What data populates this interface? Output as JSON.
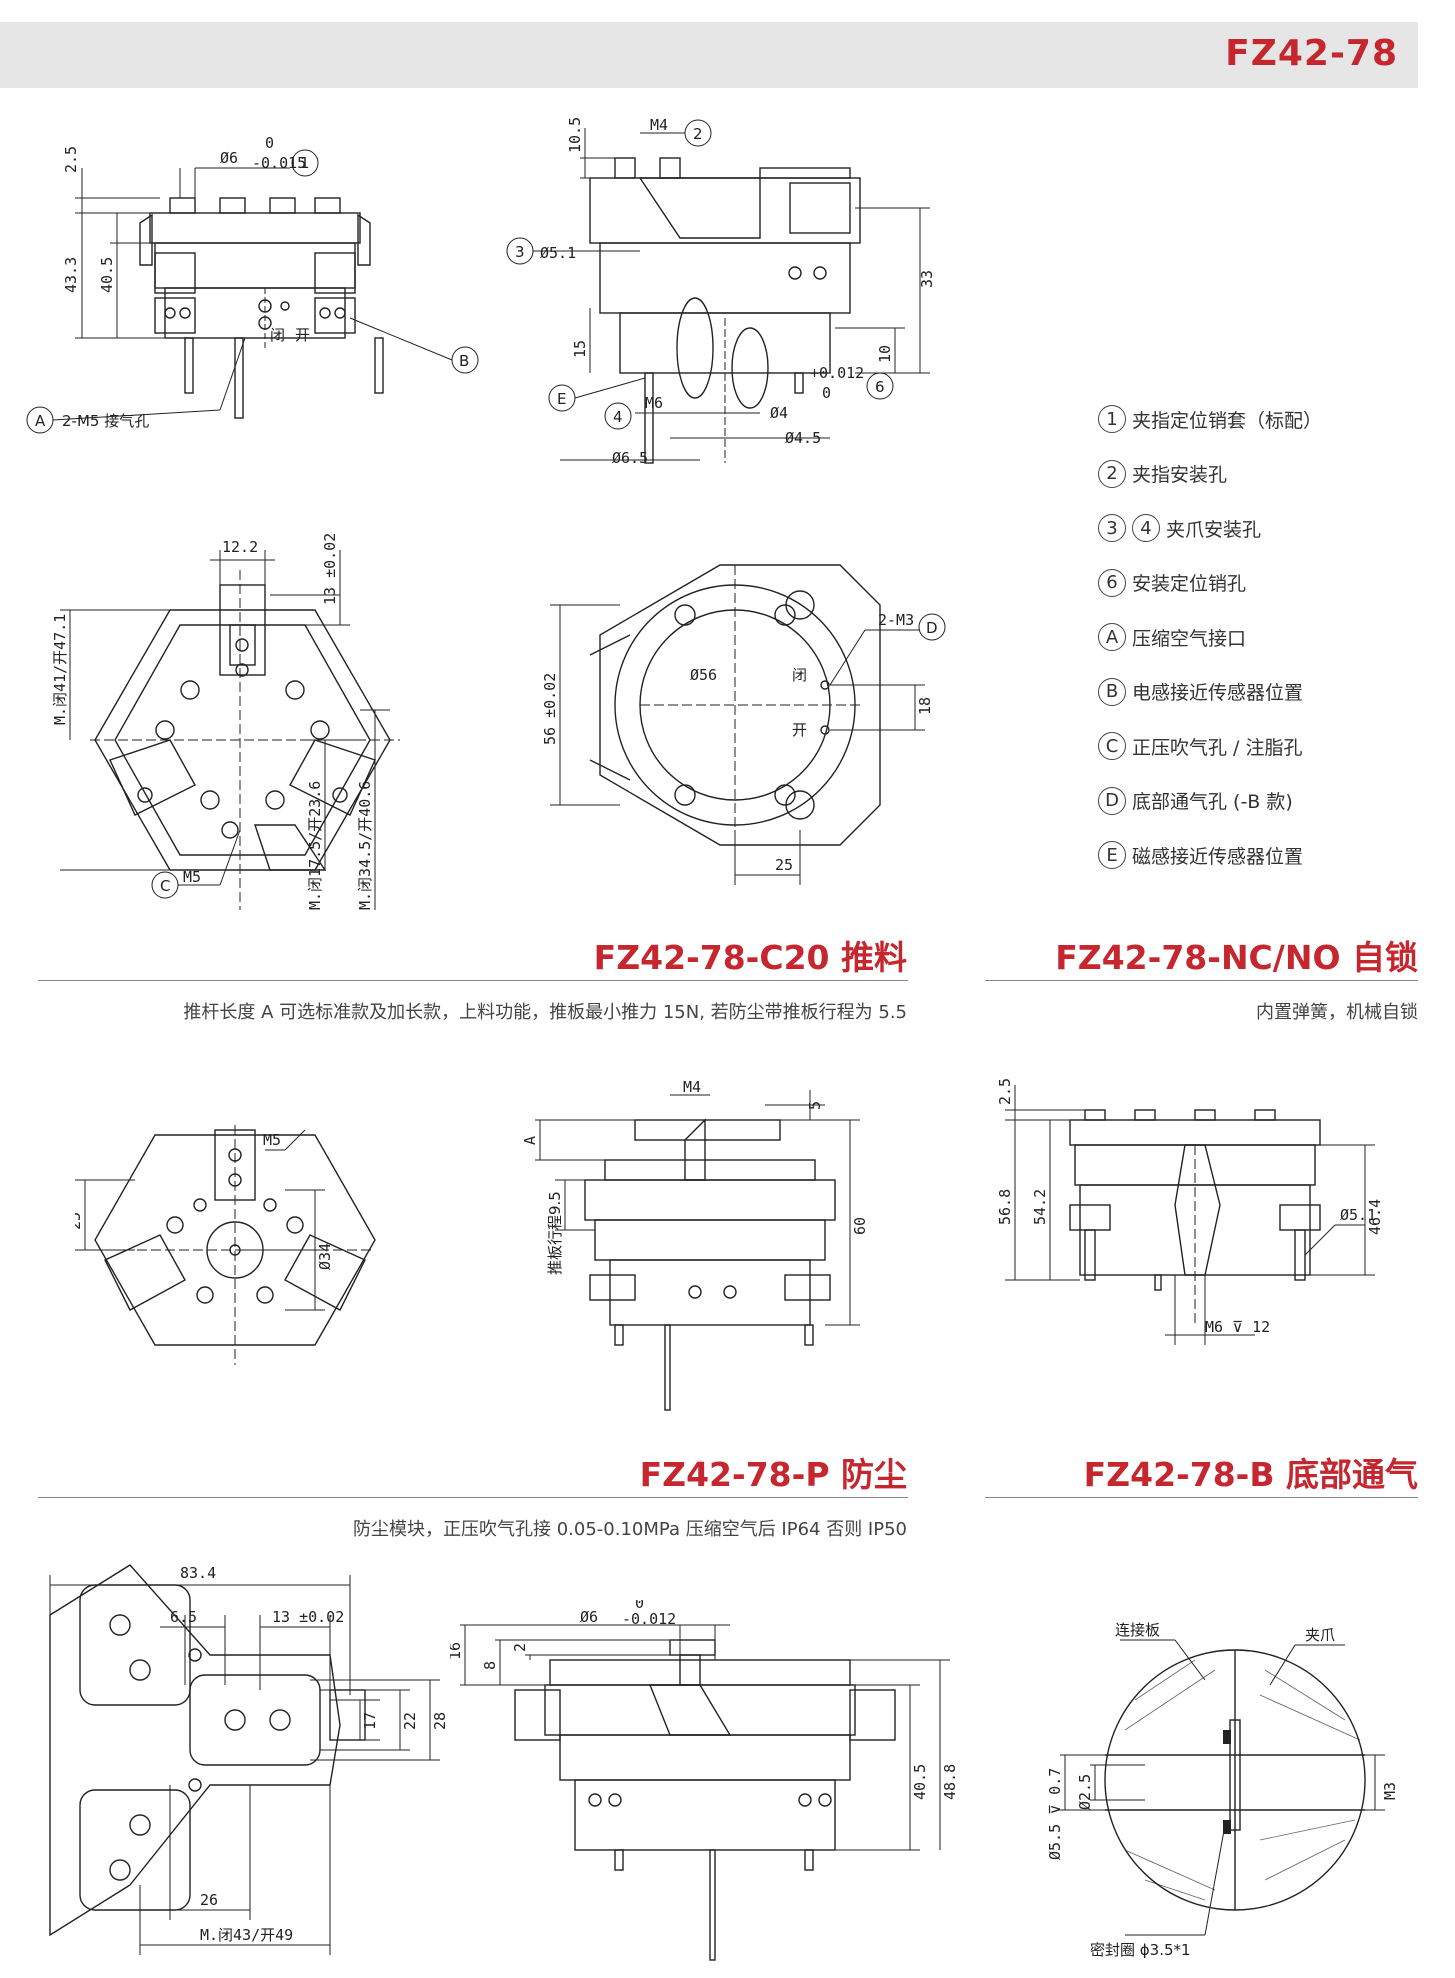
{
  "header": {
    "title": "FZ42-78"
  },
  "legend": [
    {
      "marks": [
        "1"
      ],
      "text": "夹指定位销套（标配）"
    },
    {
      "marks": [
        "2"
      ],
      "text": "夹指安装孔"
    },
    {
      "marks": [
        "3",
        "4"
      ],
      "text": "夹爪安装孔"
    },
    {
      "marks": [
        "6"
      ],
      "text": "安装定位销孔"
    },
    {
      "marks": [
        "A"
      ],
      "text": "压缩空气接口"
    },
    {
      "marks": [
        "B"
      ],
      "text": "电感接近传感器位置"
    },
    {
      "marks": [
        "C"
      ],
      "text": "正压吹气孔 / 注脂孔"
    },
    {
      "marks": [
        "D"
      ],
      "text": "底部通气孔 (-B 款)"
    },
    {
      "marks": [
        "E"
      ],
      "text": "磁感接近传感器位置"
    }
  ],
  "sections": {
    "c20": {
      "title": "FZ42-78-C20 推料",
      "desc": "推杆长度 A 可选标准款及加长款，上料功能，推板最小推力 15N, 若防尘带推板行程为 5.5"
    },
    "nc": {
      "title": "FZ42-78-NC/NO 自锁",
      "desc": "内置弹簧，机械自锁"
    },
    "p": {
      "title": "FZ42-78-P 防尘",
      "desc": "防尘模块，正压吹气孔接 0.05-0.10MPa 压缩空气后 IP64 否则 IP50"
    },
    "b": {
      "title": "FZ42-78-B 底部通气",
      "desc": ""
    }
  },
  "dims": {
    "front": {
      "d2_5": "2.5",
      "d43_3": "43.3",
      "d40_5": "40.5",
      "phi6": "Ø6",
      "tol_top": "0",
      "tol_bot": "-0.015",
      "m1": "1",
      "mB": "B",
      "mA": "A",
      "a_txt": "2-M5 接气孔",
      "close": "闭",
      "open": "开"
    },
    "side": {
      "d10_5": "10.5",
      "m4": "M4",
      "m2": "2",
      "m3": "3",
      "phi5_1": "Ø5.1",
      "d15": "15",
      "mE": "E",
      "d33": "33",
      "d10": "10",
      "m4b": "4",
      "m6": "M6",
      "phi4": "Ø4",
      "tol4_top": "+0.012",
      "tol4_bot": "0",
      "m6c": "6",
      "phi4_5": "Ø4.5",
      "phi6_5": "Ø6.5"
    },
    "topA": {
      "d12_2": "12.2",
      "d13": "13 ±0.02",
      "m47": "M.闭41/开47.1",
      "m23": "M.闭17.5/开23.6",
      "m40": "M.闭34.5/开40.6",
      "mC": "C",
      "m5": "M5"
    },
    "bottom": {
      "d56": "56 ±0.02",
      "phi56": "Ø56",
      "m3": "2-M3",
      "mD": "D",
      "close": "闭",
      "open": "开",
      "d18": "18",
      "d25": "25"
    },
    "c20top": {
      "m5": "M5",
      "phi34": "Ø34",
      "d25": "25"
    },
    "c20side": {
      "m4": "M4",
      "d5": "5",
      "a": "A",
      "d60": "60",
      "stroke": "推板行程9.5"
    },
    "ncside": {
      "d2_5": "2.5",
      "d56_8": "56.8",
      "d54_2": "54.2",
      "d46_4": "46.4",
      "phi5_1": "Ø5.1",
      "m6": "M6 ⊽ 12"
    },
    "ptop": {
      "d83_4": "83.4",
      "d6_5": "6.5",
      "d13": "13 ±0.02",
      "d17": "17",
      "d22": "22",
      "d28": "28",
      "d26": "26",
      "m49": "M.闭43/开49"
    },
    "pside": {
      "d16": "16",
      "d8": "8",
      "d2": "2",
      "phi6": "Ø6",
      "tol_top": "0",
      "tol_bot": "-0.012",
      "d40_5": "40.5",
      "d48_8": "48.8"
    },
    "bdetail": {
      "plate": "连接板",
      "jaw": "夹爪",
      "phi5_5": "Ø5.5 ⊽ 0.7",
      "phi2_5": "Ø2.5",
      "m3": "M3",
      "seal": "密封圈 ϕ3.5*1"
    }
  }
}
